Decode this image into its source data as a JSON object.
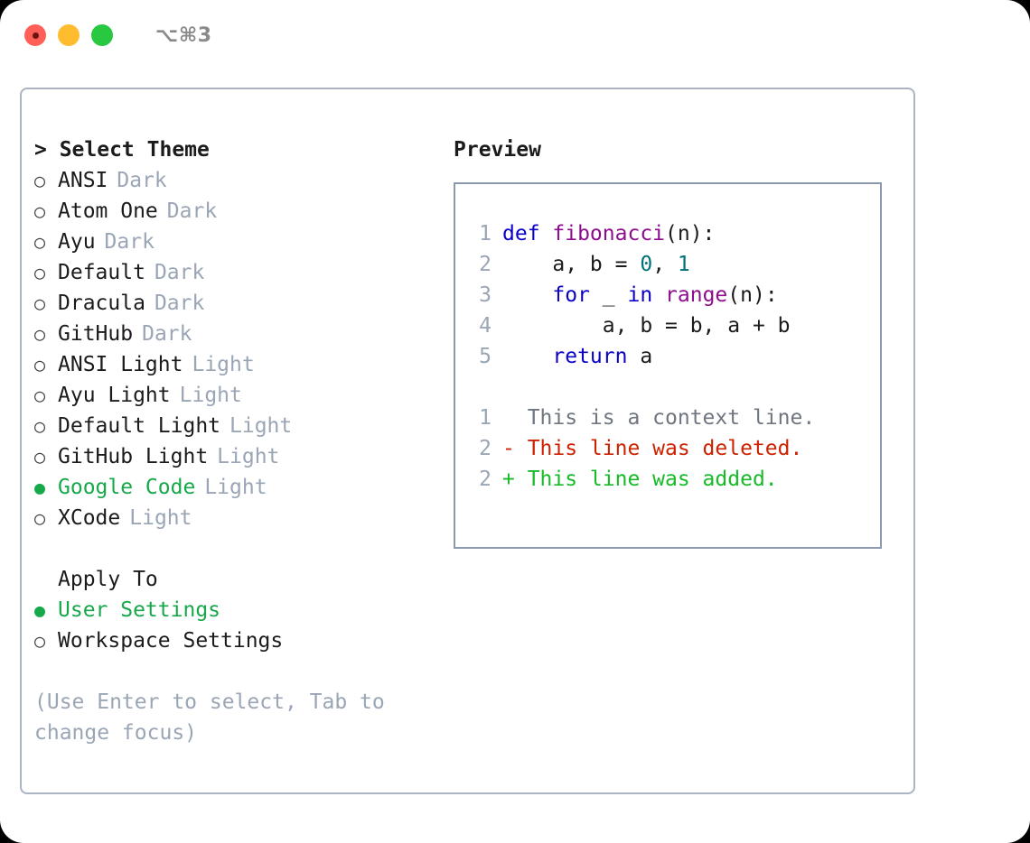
{
  "titlebar": {
    "shortcut": "⌥⌘3",
    "buttons": [
      {
        "name": "close",
        "color": "#ff5f57"
      },
      {
        "name": "minimize",
        "color": "#febc2e"
      },
      {
        "name": "maximize",
        "color": "#28c840"
      }
    ]
  },
  "theme_picker": {
    "prompt": "> Select Theme",
    "selected_bullet": "●",
    "unselected_bullet": "○",
    "accent_color": "#17a84b",
    "items": [
      {
        "label": "ANSI",
        "tag": "Dark",
        "selected": false
      },
      {
        "label": "Atom One",
        "tag": "Dark",
        "selected": false
      },
      {
        "label": "Ayu",
        "tag": "Dark",
        "selected": false
      },
      {
        "label": "Default",
        "tag": "Dark",
        "selected": false
      },
      {
        "label": "Dracula",
        "tag": "Dark",
        "selected": false
      },
      {
        "label": "GitHub",
        "tag": "Dark",
        "selected": false
      },
      {
        "label": "ANSI Light",
        "tag": "Light",
        "selected": false
      },
      {
        "label": "Ayu Light",
        "tag": "Light",
        "selected": false
      },
      {
        "label": "Default Light",
        "tag": "Light",
        "selected": false
      },
      {
        "label": "GitHub Light",
        "tag": "Light",
        "selected": false
      },
      {
        "label": "Google Code",
        "tag": "Light",
        "selected": true
      },
      {
        "label": "XCode",
        "tag": "Light",
        "selected": false
      }
    ]
  },
  "apply_to": {
    "title": "Apply To",
    "items": [
      {
        "label": "User Settings",
        "selected": true
      },
      {
        "label": "Workspace Settings",
        "selected": false
      }
    ]
  },
  "hint": "(Use Enter to select, Tab to change focus)",
  "preview": {
    "title": "Preview",
    "code_lines": [
      {
        "num": "1",
        "tokens": [
          {
            "t": "def ",
            "c": "kw"
          },
          {
            "t": "fibonacci",
            "c": "fn"
          },
          {
            "t": "(n):",
            "c": "plain"
          }
        ]
      },
      {
        "num": "2",
        "tokens": [
          {
            "t": "    a, b = ",
            "c": "plain"
          },
          {
            "t": "0",
            "c": "num"
          },
          {
            "t": ", ",
            "c": "plain"
          },
          {
            "t": "1",
            "c": "num"
          }
        ]
      },
      {
        "num": "3",
        "tokens": [
          {
            "t": "    ",
            "c": "plain"
          },
          {
            "t": "for",
            "c": "kw"
          },
          {
            "t": " _ ",
            "c": "plain"
          },
          {
            "t": "in",
            "c": "kw"
          },
          {
            "t": " ",
            "c": "plain"
          },
          {
            "t": "range",
            "c": "fn"
          },
          {
            "t": "(n):",
            "c": "plain"
          }
        ]
      },
      {
        "num": "4",
        "tokens": [
          {
            "t": "        a, b = b, a + b",
            "c": "plain"
          }
        ]
      },
      {
        "num": "5",
        "tokens": [
          {
            "t": "    ",
            "c": "plain"
          },
          {
            "t": "return",
            "c": "kw"
          },
          {
            "t": " a",
            "c": "plain"
          }
        ]
      }
    ],
    "diff_lines": [
      {
        "num": "1",
        "marker": "  ",
        "text": "This is a context line.",
        "kind": "ctx"
      },
      {
        "num": "2",
        "marker": "- ",
        "text": "This line was deleted.",
        "kind": "del"
      },
      {
        "num": "2",
        "marker": "+ ",
        "text": "This line was added.",
        "kind": "add"
      }
    ],
    "colors": {
      "keyword": "#0a00c8",
      "function": "#8e0d8e",
      "number": "#00737a",
      "linenum": "#9aa5b5",
      "diff_context": "#6f7680",
      "diff_deleted": "#cc2200",
      "diff_added": "#17bb27"
    }
  }
}
